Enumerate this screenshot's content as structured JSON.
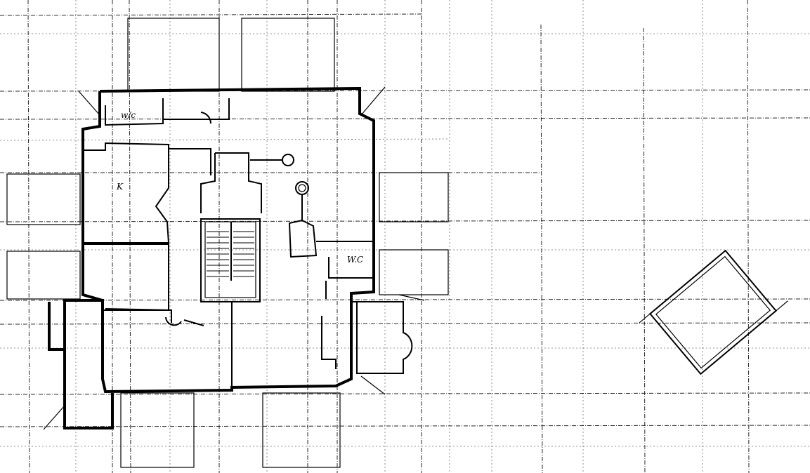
{
  "drawing": {
    "room_labels": {
      "wc_top": "w/c",
      "kitchen": "K",
      "wc_right": "W.C"
    }
  }
}
